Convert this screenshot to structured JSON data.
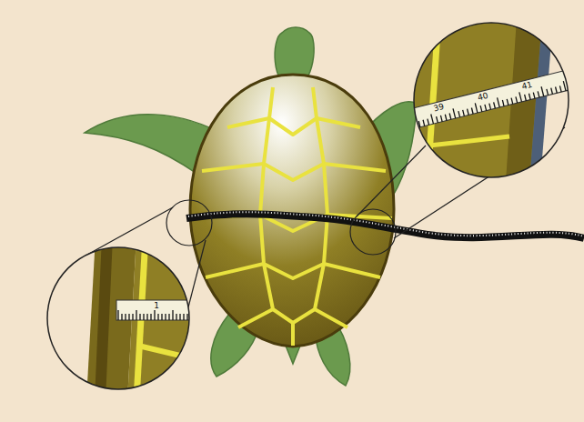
{
  "diagram": {
    "labels": [
      "1",
      "39",
      "40",
      "41"
    ]
  }
}
